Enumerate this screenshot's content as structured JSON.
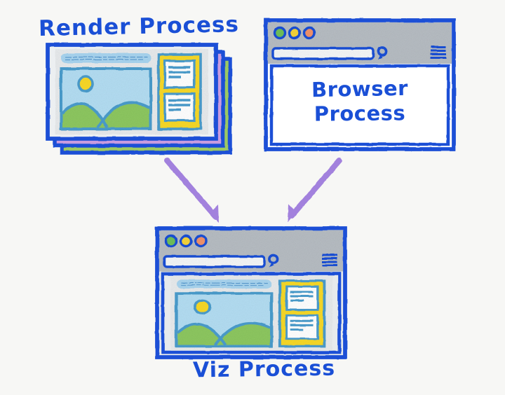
{
  "diagram": {
    "title": "Chromium process architecture sketch",
    "background_color": "#f7f7f5",
    "ink_color": "#1a4fd6",
    "arrow_color": "#a281dd"
  },
  "labels": {
    "render_process": "Render Process",
    "browser_process_line1": "Browser",
    "browser_process_line2": "Process",
    "viz_process": "Viz Process"
  },
  "nodes": [
    {
      "id": "render-process",
      "label": "Render Process",
      "kind": "window-stack",
      "stack_count": 3,
      "stack_colors": [
        "#eceff1",
        "#c89be0",
        "#9cc963"
      ],
      "shows": "page-content"
    },
    {
      "id": "browser-process",
      "label": "Browser Process",
      "kind": "browser-window",
      "shows": "browser-chrome"
    },
    {
      "id": "viz-process",
      "label": "Viz Process",
      "kind": "browser-window",
      "shows": "browser-chrome-and-page-content"
    }
  ],
  "arrows": [
    {
      "from": "render-process",
      "to": "viz-process",
      "direction": "down-right"
    },
    {
      "from": "browser-process",
      "to": "viz-process",
      "direction": "down-left"
    }
  ],
  "window_chrome": {
    "traffic_lights": [
      {
        "name": "traffic-light-green",
        "color": "#6fbf5b"
      },
      {
        "name": "traffic-light-yellow",
        "color": "#f5d33a"
      },
      {
        "name": "traffic-light-orange",
        "color": "#f0926b"
      }
    ],
    "titlebar_color": "#b6bcc2",
    "toolbar_color": "#b6bcc2",
    "address_bar_value": "",
    "address_bar_fill": "#f4f6f7",
    "search_icon": "magnifier-icon",
    "menu_icon": "hamburger-menu-icon",
    "menu_line_count": 4
  },
  "page_content": {
    "background": "#e7eaec",
    "text_bar": {
      "name": "page-text-bar",
      "fill": "#a8d4ef",
      "text": ""
    },
    "hero_image": {
      "name": "landscape-image",
      "sky_color": "#b3ddf2",
      "hill_color": "#8dc760",
      "sun_color": "#f7d828",
      "outline_color": "#4a9ccc"
    },
    "sidebar": {
      "name": "page-sidebar",
      "fill": "#f7d828",
      "cards": [
        {
          "name": "sidebar-card",
          "lines": 3
        },
        {
          "name": "sidebar-card",
          "lines": 3
        }
      ]
    }
  }
}
